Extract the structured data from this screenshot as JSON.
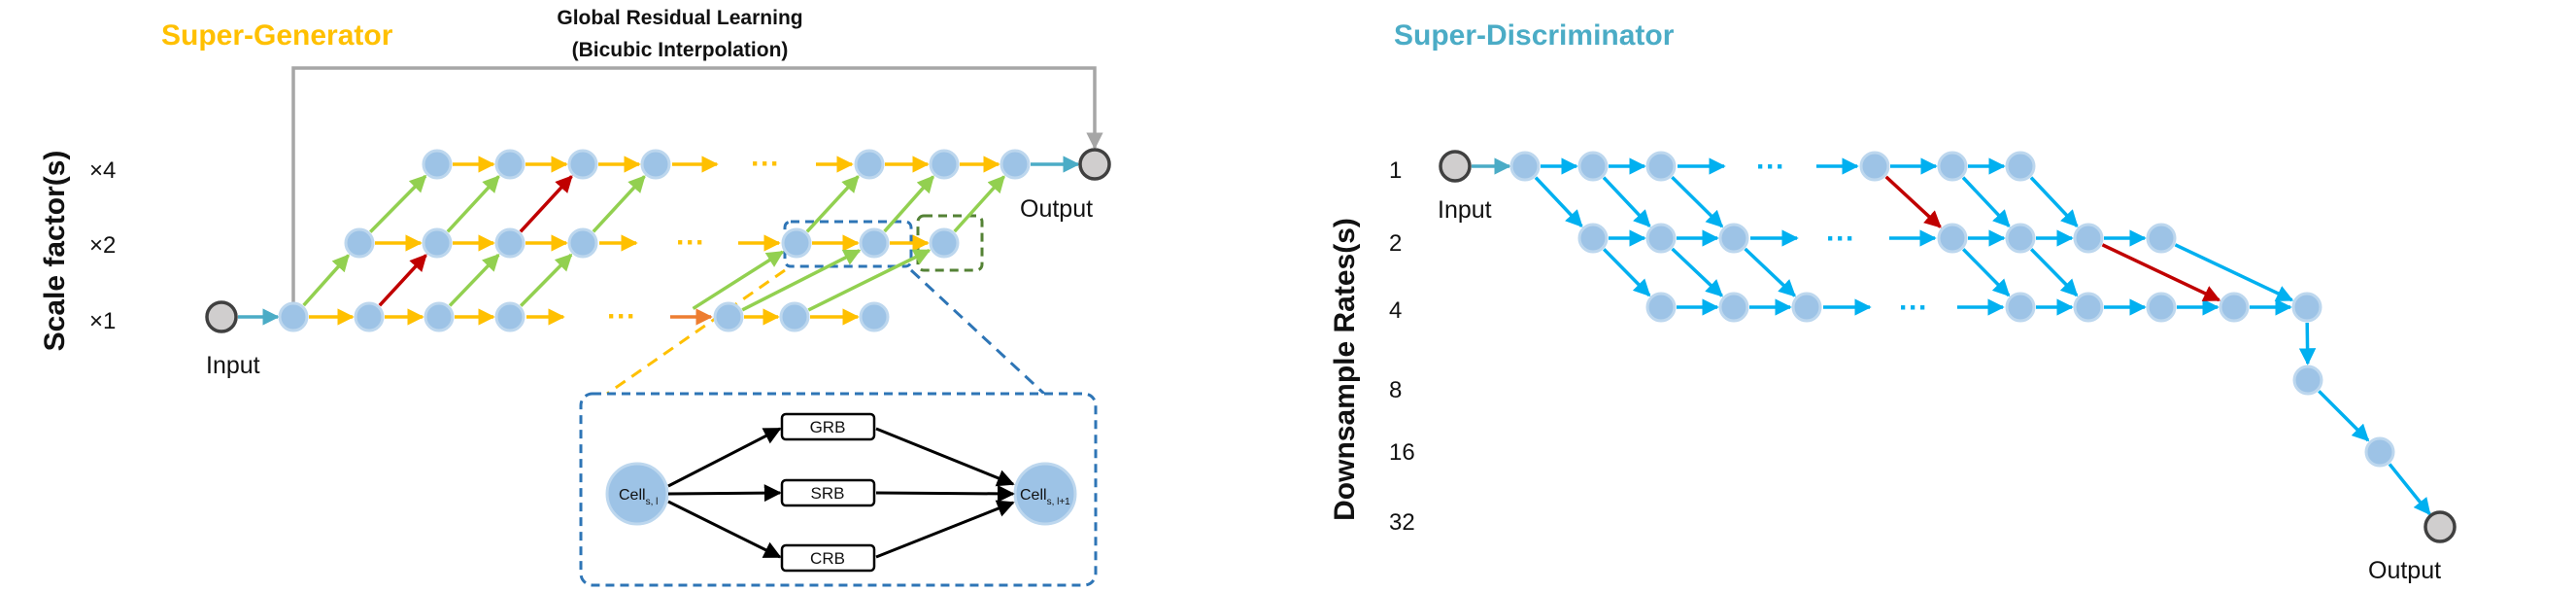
{
  "generator": {
    "title": "Super-Generator",
    "title_color": "#FFC000",
    "y_axis_label": "Scale factor(s)",
    "scales": [
      "×4",
      "×2",
      "×1"
    ],
    "input_label": "Input",
    "output_label": "Output",
    "residual_label_line1": "Global Residual Learning",
    "residual_label_line2": "(Bicubic Interpolation)",
    "ellipsis": "···",
    "cell": {
      "input_label": "Cell",
      "input_sub": "s, l",
      "output_label": "Cell",
      "output_sub": "s, l+1",
      "blocks": [
        "GRB",
        "SRB",
        "CRB"
      ]
    }
  },
  "discriminator": {
    "title": "Super-Discriminator",
    "title_color": "#4BACC6",
    "y_axis_label": "Downsample Rates(s)",
    "rates": [
      "1",
      "2",
      "4",
      "8",
      "16",
      "32"
    ],
    "input_label": "Input",
    "output_label": "Output",
    "ellipsis": "···"
  },
  "colors": {
    "node_fill": "#9DC3E6",
    "node_stroke": "#BDD7EE",
    "endpoint_fill": "#D0CECE",
    "endpoint_stroke": "#404040",
    "same_scale_arrow": "#FFC000",
    "upscale_arrow": "#92D050",
    "highlight_arrow": "#C00000",
    "teal_arrow": "#4BACC6",
    "disc_arrow": "#00B0F0",
    "residual_line": "#A6A6A6",
    "orange_arrow": "#ED7D31",
    "zoom_box_blue": "#2E75B6",
    "zoom_box_green": "#548235"
  }
}
